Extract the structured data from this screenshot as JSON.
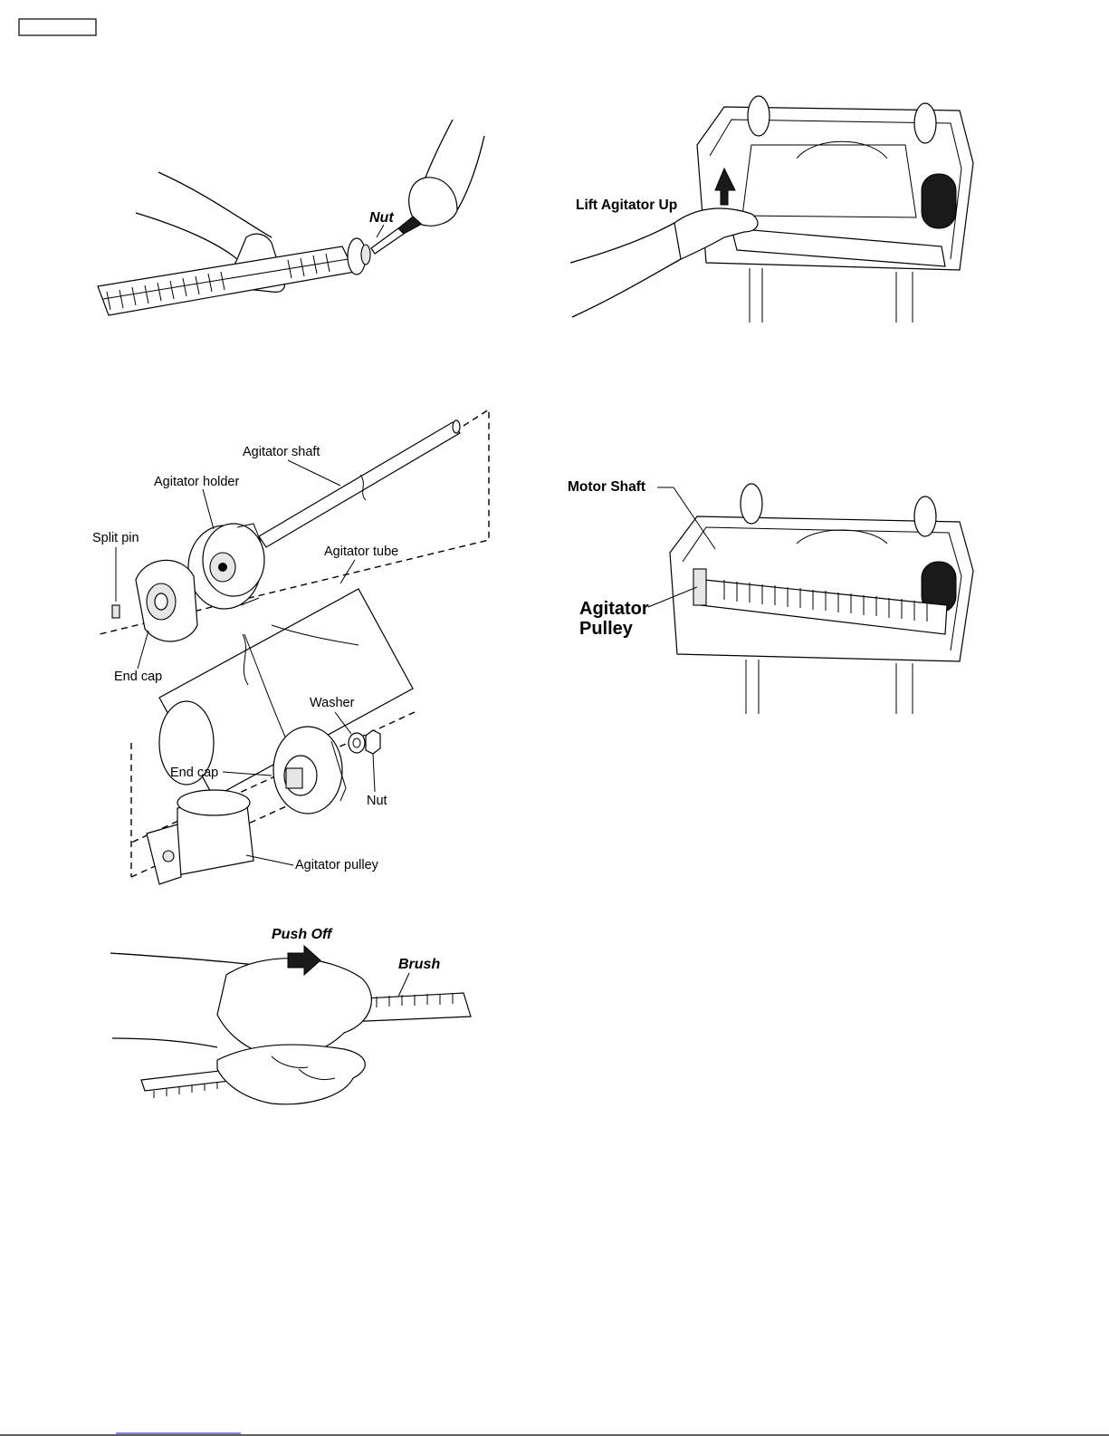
{
  "colors": {
    "ink": "#000000",
    "paper": "#ffffff",
    "link": "#3b3bd6",
    "shade": "#e6e6e6"
  },
  "fig1": {
    "nut_label": "Nut"
  },
  "fig2": {
    "lift_label": "Lift Agitator Up"
  },
  "exploded": {
    "agitator_shaft": "Agitator shaft",
    "agitator_holder": "Agitator holder",
    "split_pin": "Split pin",
    "agitator_tube": "Agitator tube",
    "end_cap_left": "End cap",
    "washer": "Washer",
    "end_cap_mid": "End cap",
    "nut": "Nut",
    "agitator_pulley": "Agitator pulley"
  },
  "fig4": {
    "motor_shaft": "Motor Shaft",
    "agitator_pulley_line1": "Agitator",
    "agitator_pulley_line2": "Pulley"
  },
  "fig5": {
    "push_off": "Push Off",
    "brush": "Brush"
  }
}
